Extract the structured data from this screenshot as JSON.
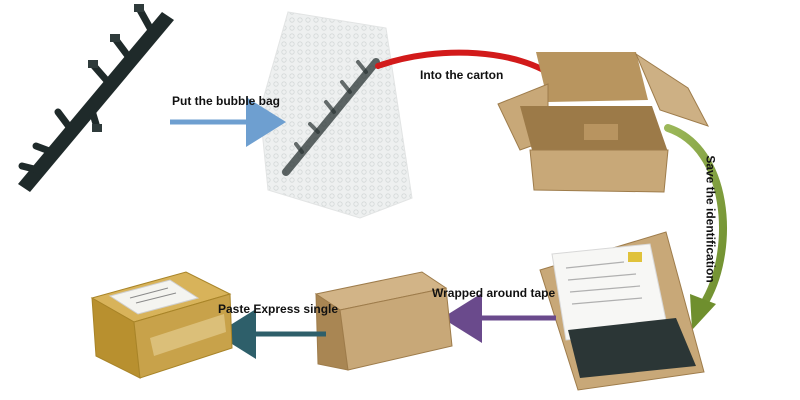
{
  "steps": {
    "bubble_bag": "Put the bubble bag",
    "carton": "Into the carton",
    "identification": "Save the identification",
    "tape": "Wrapped around tape",
    "express": "Paste Express single"
  },
  "colors": {
    "arrow_bubble_bag": "#6e9fd0",
    "arrow_carton": "#d21a1a",
    "arrow_identification": "#7f9d3a",
    "arrow_tape": "#6a4a8c",
    "arrow_express": "#2e5f6a",
    "cardboard": "#c8a878",
    "cardboard_dark": "#a98653",
    "parcel_tape": "#c8a24a",
    "part_black": "#1f2a2a"
  },
  "icons": {
    "part": "black-plastic-part-icon",
    "bubble_bag": "bubble-bag-icon",
    "open_carton": "open-carton-icon",
    "box_with_card": "box-with-id-card-icon",
    "closed_box": "closed-box-icon",
    "labeled_parcel": "labeled-parcel-icon"
  }
}
